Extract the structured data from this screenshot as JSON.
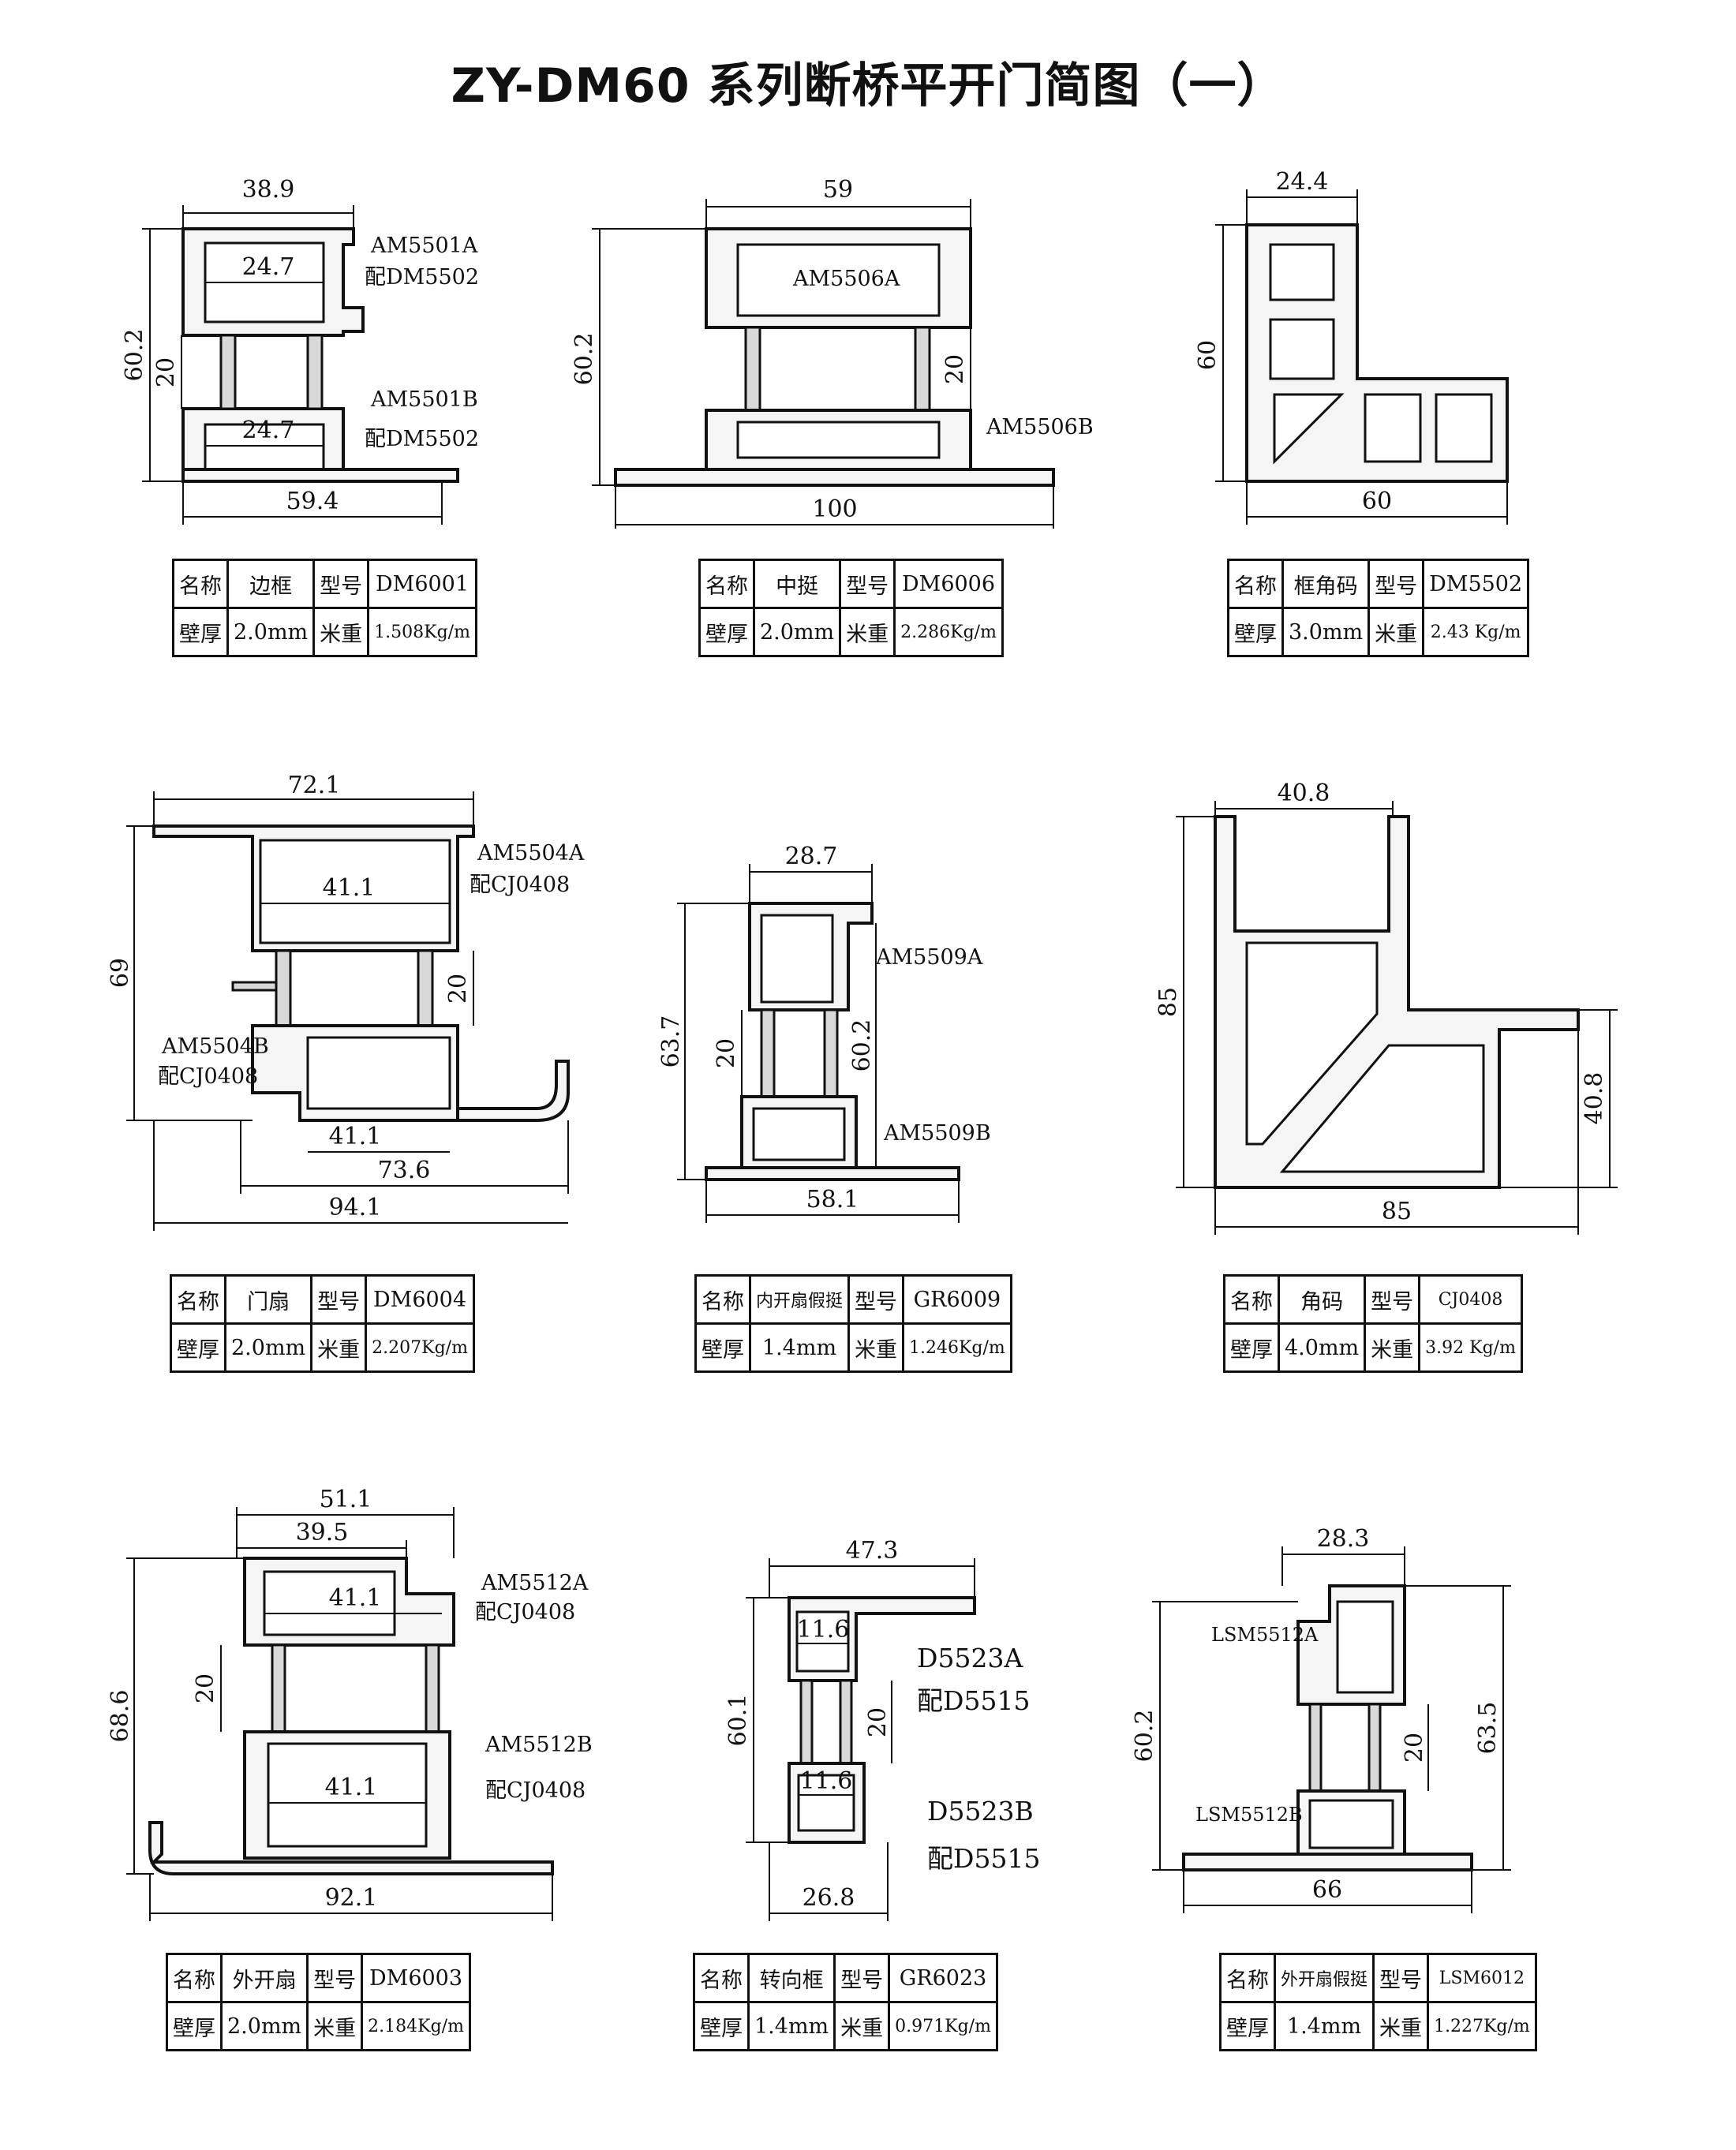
{
  "title": "ZY-DM60 系列断桥平开门简图（一）",
  "profiles": [
    {
      "dims": {
        "top": "38.9",
        "inner1": "24.7",
        "inner2": "24.7",
        "left": "60.2",
        "mid": "20",
        "bottom": "59.4"
      },
      "labels": [
        "AM5501A",
        "配DM5502",
        "AM5501B",
        "配DM5502"
      ],
      "spec": {
        "name_label": "名称",
        "name": "边框",
        "model_label": "型号",
        "model": "DM6001",
        "thick_label": "壁厚",
        "thick": "2.0mm",
        "weight_label": "米重",
        "weight": "1.508Kg/m"
      }
    },
    {
      "dims": {
        "top": "59",
        "left": "60.2",
        "mid": "20",
        "bottom": "100"
      },
      "labels": [
        "AM5506A",
        "AM5506B"
      ],
      "spec": {
        "name_label": "名称",
        "name": "中挺",
        "model_label": "型号",
        "model": "DM6006",
        "thick_label": "壁厚",
        "thick": "2.0mm",
        "weight_label": "米重",
        "weight": "2.286Kg/m"
      }
    },
    {
      "dims": {
        "top": "24.4",
        "left": "60",
        "bottom": "60"
      },
      "labels": [],
      "spec": {
        "name_label": "名称",
        "name": "框角码",
        "model_label": "型号",
        "model": "DM5502",
        "thick_label": "壁厚",
        "thick": "3.0mm",
        "weight_label": "米重",
        "weight": "2.43 Kg/m"
      }
    },
    {
      "dims": {
        "top": "72.1",
        "inner1": "41.1",
        "inner2": "41.1",
        "left": "69",
        "mid": "20",
        "b1": "73.6",
        "b2": "94.1"
      },
      "labels": [
        "AM5504A",
        "配CJ0408",
        "AM5504B",
        "配CJ0408"
      ],
      "spec": {
        "name_label": "名称",
        "name": "门扇",
        "model_label": "型号",
        "model": "DM6004",
        "thick_label": "壁厚",
        "thick": "2.0mm",
        "weight_label": "米重",
        "weight": "2.207Kg/m"
      }
    },
    {
      "dims": {
        "top": "28.7",
        "left": "63.7",
        "mid": "20",
        "right": "60.2",
        "bottom": "58.1"
      },
      "labels": [
        "AM5509A",
        "AM5509B"
      ],
      "spec": {
        "name_label": "名称",
        "name": "内开扇假挺",
        "model_label": "型号",
        "model": "GR6009",
        "thick_label": "壁厚",
        "thick": "1.4mm",
        "weight_label": "米重",
        "weight": "1.246Kg/m"
      }
    },
    {
      "dims": {
        "top": "40.8",
        "left": "85",
        "right": "40.8",
        "bottom": "85"
      },
      "labels": [],
      "spec": {
        "name_label": "名称",
        "name": "角码",
        "model_label": "型号",
        "model": "CJ0408",
        "thick_label": "壁厚",
        "thick": "4.0mm",
        "weight_label": "米重",
        "weight": "3.92 Kg/m"
      }
    },
    {
      "dims": {
        "t1": "51.1",
        "t2": "39.5",
        "inner1": "41.1",
        "inner2": "41.1",
        "left": "68.6",
        "mid": "20",
        "bottom": "92.1"
      },
      "labels": [
        "AM5512A",
        "配CJ0408",
        "AM5512B",
        "配CJ0408"
      ],
      "spec": {
        "name_label": "名称",
        "name": "外开扇",
        "model_label": "型号",
        "model": "DM6003",
        "thick_label": "壁厚",
        "thick": "2.0mm",
        "weight_label": "米重",
        "weight": "2.184Kg/m"
      }
    },
    {
      "dims": {
        "top": "47.3",
        "inner1": "11.6",
        "inner2": "11.6",
        "left": "60.1",
        "mid": "20",
        "bottom": "26.8"
      },
      "labels": [
        "D5523A",
        "配D5515",
        "D5523B",
        "配D5515"
      ],
      "spec": {
        "name_label": "名称",
        "name": "转向框",
        "model_label": "型号",
        "model": "GR6023",
        "thick_label": "壁厚",
        "thick": "1.4mm",
        "weight_label": "米重",
        "weight": "0.971Kg/m"
      }
    },
    {
      "dims": {
        "top": "28.3",
        "left": "60.2",
        "mid": "20",
        "right": "63.5",
        "bottom": "66"
      },
      "labels": [
        "LSM5512A",
        "LSM5512B"
      ],
      "spec": {
        "name_label": "名称",
        "name": "外开扇假挺",
        "model_label": "型号",
        "model": "LSM6012",
        "thick_label": "壁厚",
        "thick": "1.4mm",
        "weight_label": "米重",
        "weight": "1.227Kg/m"
      }
    }
  ]
}
